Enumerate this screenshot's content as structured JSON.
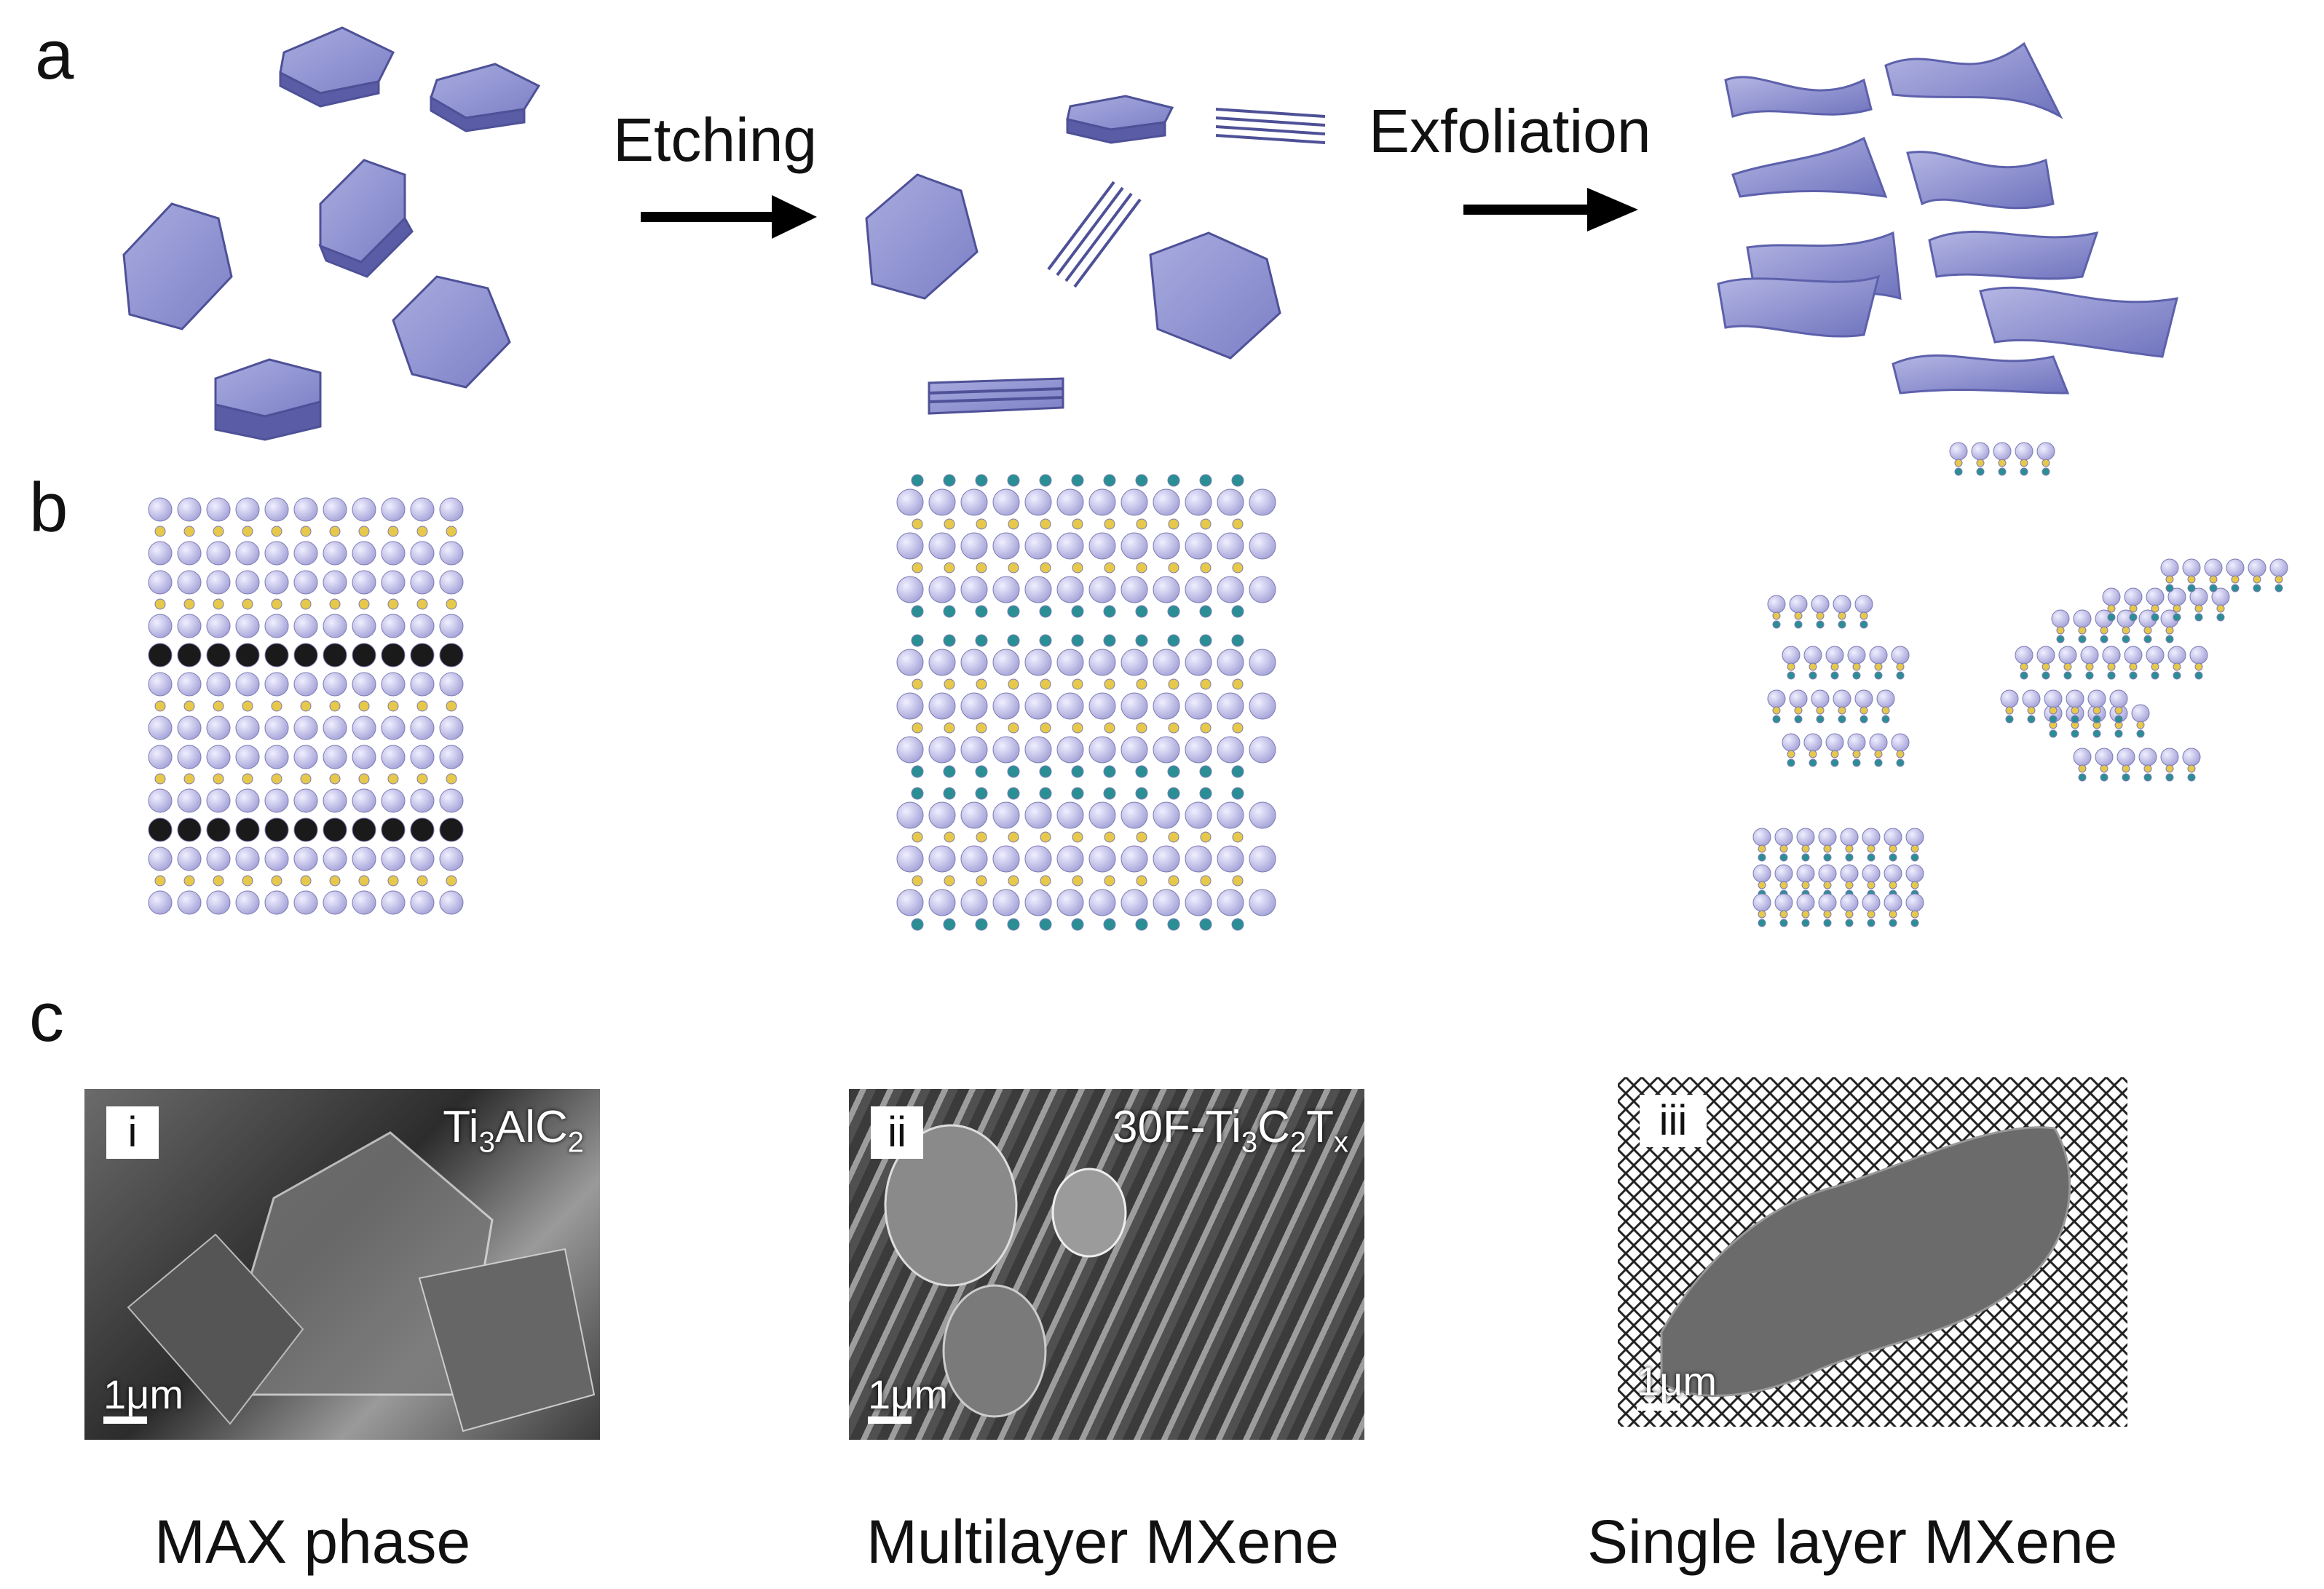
{
  "panels": {
    "a": {
      "letter": "a",
      "etching_label": "Etching",
      "exfoliation_label": "Exfoliation"
    },
    "b": {
      "letter": "b"
    },
    "c": {
      "letter": "c",
      "images": [
        {
          "tag": "i",
          "formula_main": "Ti",
          "formula_parts": [
            "Ti",
            "3",
            "AlC",
            "2"
          ],
          "scale": "1μm",
          "caption": "MAX phase"
        },
        {
          "tag": "ii",
          "formula_parts": [
            "30F-Ti",
            "3",
            "C",
            "2",
            "T",
            "x"
          ],
          "scale": "1μm",
          "caption": "Multilayer MXene"
        },
        {
          "tag": "iii",
          "scale": "1μm",
          "caption": "Single layer MXene"
        }
      ]
    }
  },
  "colors": {
    "flake": "#8c8fd0",
    "flake_dark": "#5a5da6",
    "atom_light": "#c8c6ea",
    "atom_dark": "#1a1a1a",
    "atom_teal": "#2a8f95",
    "atom_gold": "#e6c84a"
  }
}
